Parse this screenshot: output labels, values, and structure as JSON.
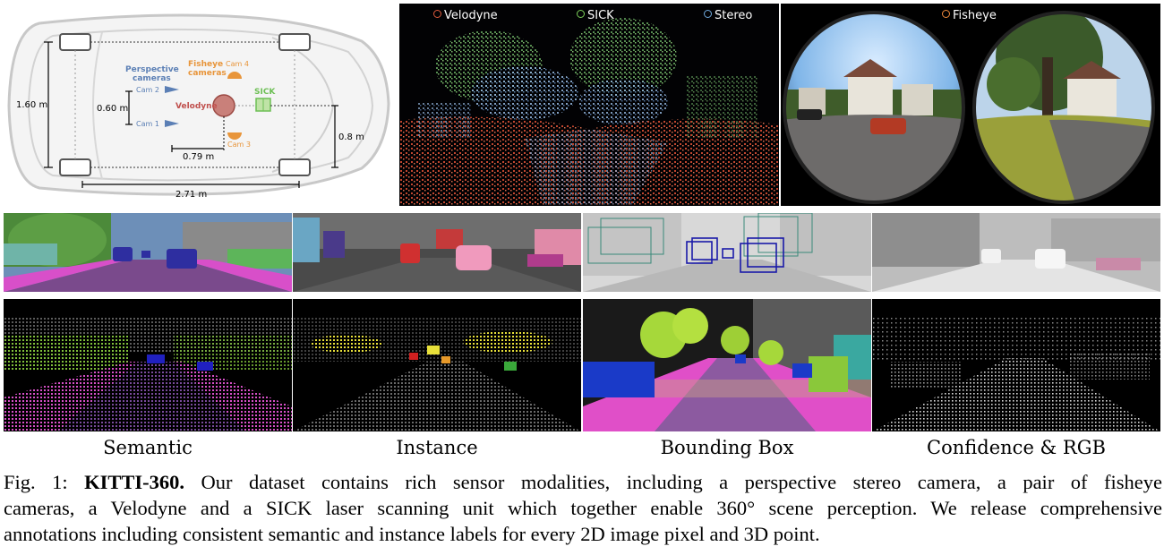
{
  "diagram": {
    "perspective_cameras": [
      "Perspective",
      "cameras"
    ],
    "fisheye_cameras": [
      "Fisheye",
      "cameras"
    ],
    "cam1": "Cam 1",
    "cam2": "Cam 2",
    "cam3": "Cam 3",
    "cam4": "Cam 4",
    "velodyne": "Velodyne",
    "sick": "SICK",
    "dim_width": "1.60 m",
    "dim_cam_baseline": "0.60 m",
    "dim_cam_to_velodyne": "0.79 m",
    "dim_length": "2.71 m",
    "dim_height": "0.8 m",
    "colors": {
      "perspective": "#5b7fb5",
      "fisheye": "#e8953a",
      "velodyne": "#c0504d",
      "sick": "#6dbf55"
    }
  },
  "pointcloud_legend": [
    {
      "label": "Velodyne",
      "color": "#e05a3c"
    },
    {
      "label": "SICK",
      "color": "#7ccf5a"
    },
    {
      "label": "Stereo",
      "color": "#6fa8dc"
    }
  ],
  "fisheye_legend": {
    "label": "Fisheye",
    "color": "#f08a3c"
  },
  "column_labels": [
    "Semantic",
    "Instance",
    "Bounding Box",
    "Confidence & RGB"
  ],
  "caption": {
    "prefix": "Fig. 1: ",
    "title": "KITTI-360.",
    "line1_rest": " Our dataset contains rich sensor modalities, including a perspective stereo camera, a pair of fisheye",
    "line2": "cameras, a Velodyne and a SICK laser scanning unit which together enable 360° scene perception. We release comprehensive",
    "line3": "annotations including consistent semantic and instance labels for every 2D image pixel and 3D point."
  }
}
